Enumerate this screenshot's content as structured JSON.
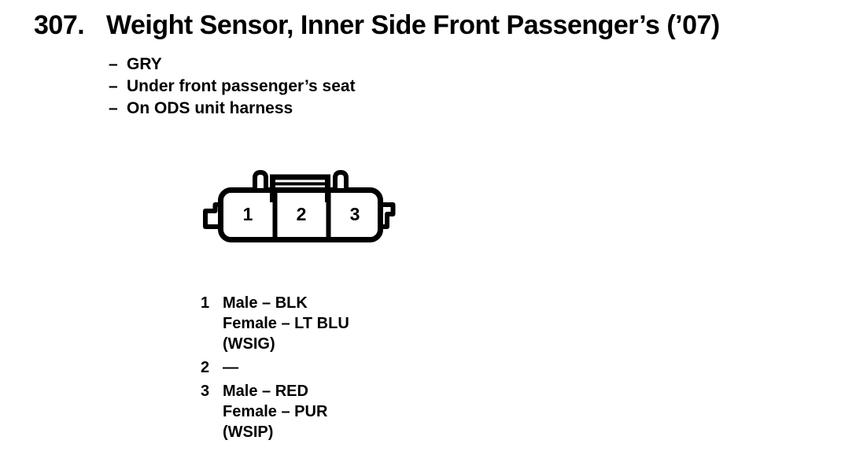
{
  "page": {
    "background": "#ffffff",
    "ink": "#000000"
  },
  "title": {
    "number": "307.",
    "text": "Weight Sensor, Inner Side Front Passenger’s (’07)"
  },
  "details": [
    {
      "dash": "–",
      "text": "GRY"
    },
    {
      "dash": "–",
      "text": "Under front passenger’s seat"
    },
    {
      "dash": "–",
      "text": "On ODS unit harness"
    }
  ],
  "connector": {
    "cavities": [
      "1",
      "2",
      "3"
    ]
  },
  "pinout": [
    {
      "pin": "1",
      "lines": [
        "Male – BLK",
        "Female – LT BLU",
        "(WSIG)"
      ]
    },
    {
      "pin": "2",
      "lines": [
        "—",
        "",
        ""
      ]
    },
    {
      "pin": "3",
      "lines": [
        "Male – RED",
        "Female – PUR",
        "(WSIP)"
      ]
    }
  ]
}
